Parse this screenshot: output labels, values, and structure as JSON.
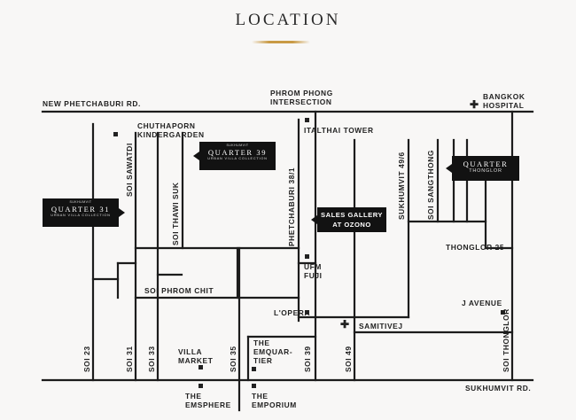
{
  "header": {
    "title": "LOCATION"
  },
  "roads": {
    "new_phetchaburi": "NEW PHETCHABURI RD.",
    "sukhumvit": "SUKHUMVIT RD.",
    "soi_phrom_chit": "SOI PHROM CHIT",
    "thonglor_25": "THONGLOR 25",
    "samitivej": "SAMITIVEJ",
    "soi_23": "SOI 23",
    "soi_31": "SOI 31",
    "soi_33": "SOI 33",
    "soi_35": "SOI 35",
    "soi_39": "SOI 39",
    "soi_49": "SOI 49",
    "soi_thonglor": "SOI THONGLOR",
    "soi_sawatdi": "SOI SAWATDI",
    "soi_thawi_suk": "SOI THAWI SUK",
    "phetchaburi_38_1": "PHETCHABURI 38/1",
    "sukhumvit_49_6": "SUKHUMVIT 49/6",
    "soi_sangthong": "SOI SANGTHONG"
  },
  "places": {
    "phrom_phong_1": "PHROM PHONG",
    "phrom_phong_2": "INTERSECTION",
    "bangkok_1": "BANGKOK",
    "bangkok_2": "HOSPITAL",
    "chuthaporn_1": "CHUTHAPORN",
    "chuthaporn_2": "KINDERGARDEN",
    "italthai": "ITALTHAI TOWER",
    "ufm_1": "UFM",
    "ufm_2": "FUJI",
    "lopera": "L'OPERA",
    "j_avenue": "J AVENUE",
    "villa_1": "VILLA",
    "villa_2": "MARKET",
    "emquartier_1": "THE",
    "emquartier_2": "EMQUAR-",
    "emquartier_3": "TIER",
    "emsphere_1": "THE",
    "emsphere_2": "EMSPHERE",
    "emporium_1": "THE",
    "emporium_2": "EMPORIUM"
  },
  "projects": {
    "q31": {
      "small": "SUKHUMVIT",
      "name": "QUARTER 31",
      "sub": "URBAN VILLA COLLECTION"
    },
    "q39": {
      "small": "SUKHUMVIT",
      "name": "QUARTER 39",
      "sub": "URBAN VILLA COLLECTION"
    },
    "qthonglor": {
      "name": "QUARTER",
      "sub": "THONGLOR"
    },
    "sales": {
      "line1": "SALES GALLERY",
      "line2": "AT OZONO"
    }
  },
  "colors": {
    "road": "#1c1c1c",
    "tag_bg": "#121212",
    "accent_gold": "#c99a45",
    "background": "#f8f7f6"
  }
}
